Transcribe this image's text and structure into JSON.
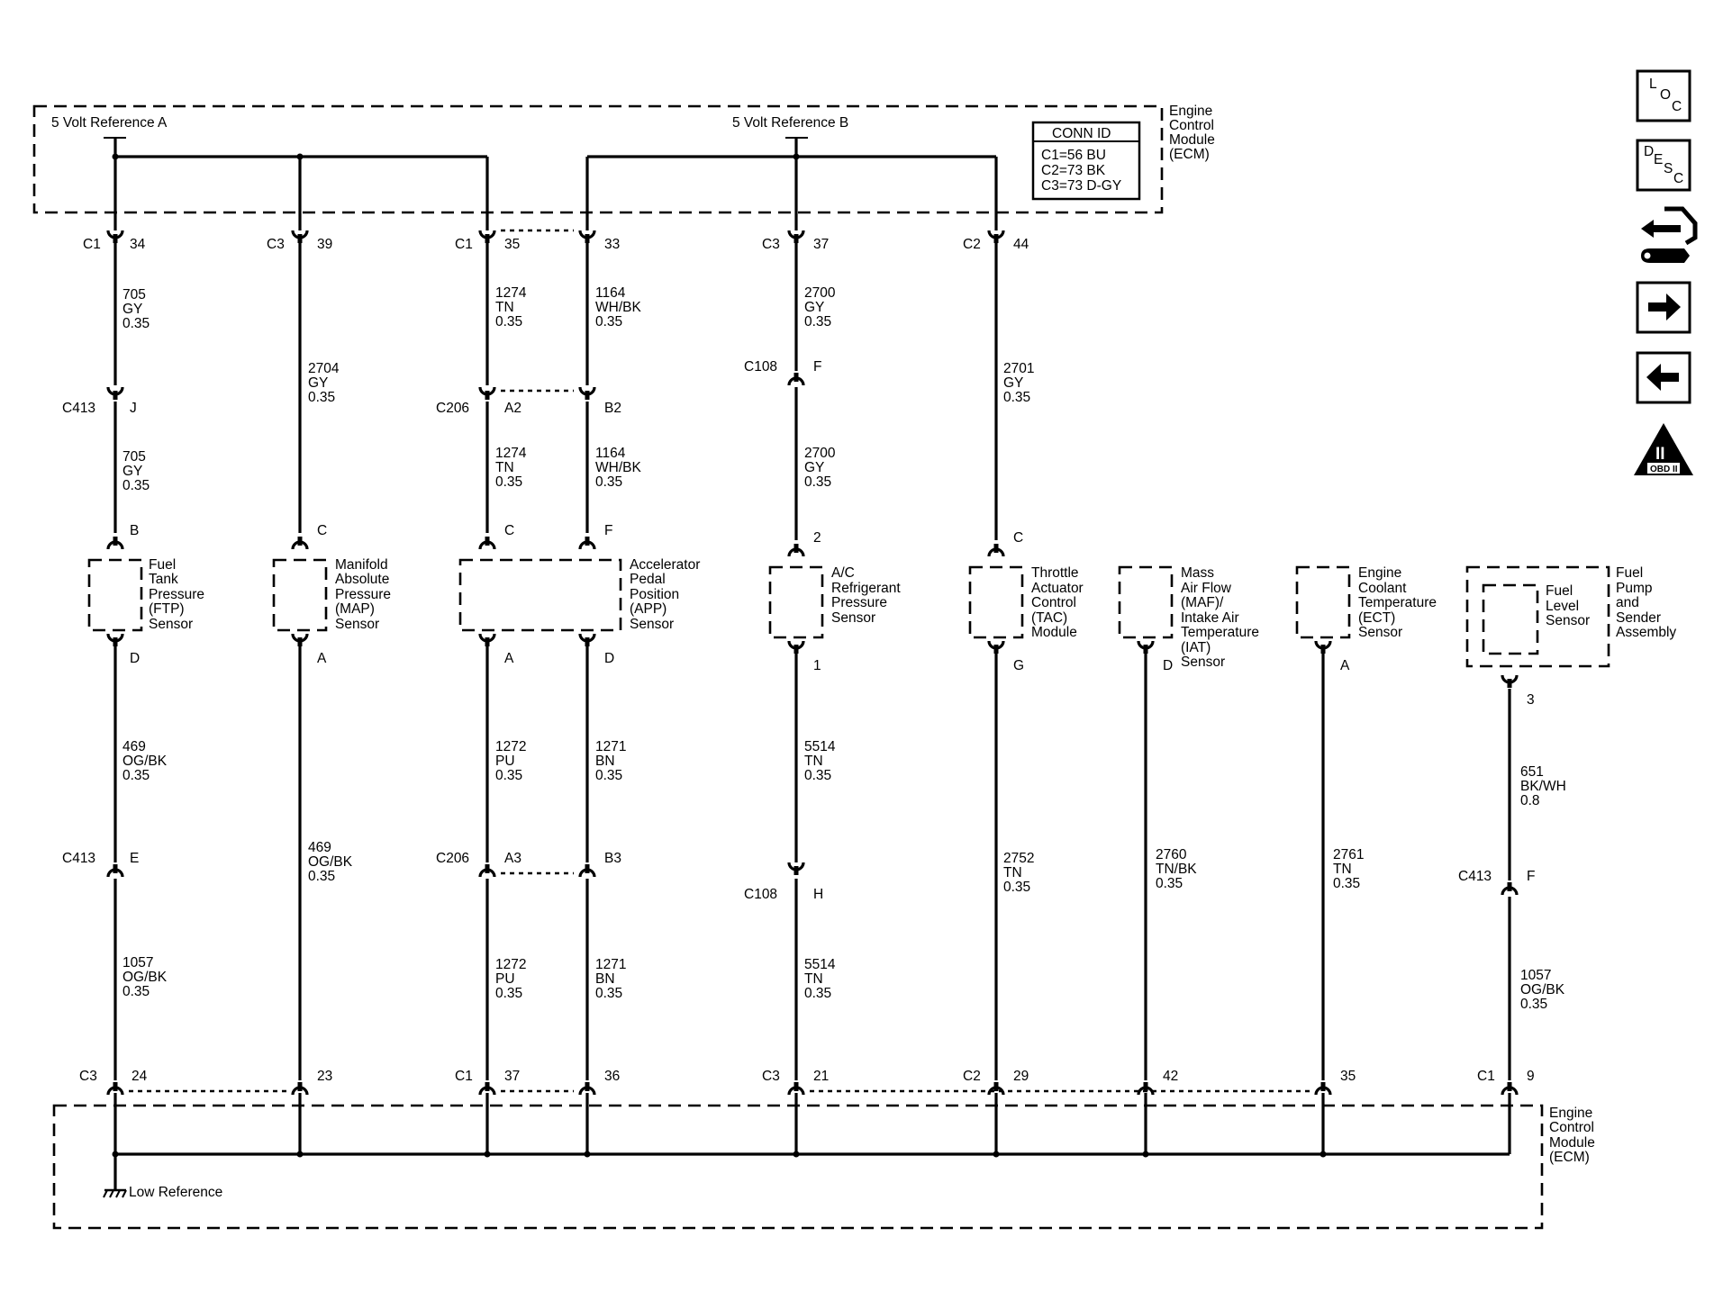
{
  "ecm_top": {
    "name": [
      "Engine",
      "Control",
      "Module",
      "(ECM)"
    ],
    "ref_a": "5 Volt Reference A",
    "ref_b": "5 Volt Reference B"
  },
  "conn_id": {
    "title": "CONN ID",
    "lines": [
      "C1=56 BU",
      "C2=73 BK",
      "C3=73 D-GY"
    ]
  },
  "ecm_bottom": {
    "name": [
      "Engine",
      "Control",
      "Module",
      "(ECM)"
    ],
    "low_ref": "Low Reference"
  },
  "top_pins": [
    {
      "conn": "C1",
      "pin": "34"
    },
    {
      "conn": "C3",
      "pin": "39"
    },
    {
      "conn": "C1",
      "pin": "35"
    },
    {
      "conn": "",
      "pin": "33"
    },
    {
      "conn": "C3",
      "pin": "37"
    },
    {
      "conn": "C2",
      "pin": "44"
    }
  ],
  "top_wires": [
    {
      "circuit": "705",
      "color": "GY",
      "gauge": "0.35"
    },
    {
      "circuit": "2704",
      "color": "GY",
      "gauge": "0.35"
    },
    {
      "circuit": "1274",
      "color": "TN",
      "gauge": "0.35"
    },
    {
      "circuit": "1164",
      "color": "WH/BK",
      "gauge": "0.35"
    },
    {
      "circuit": "2700",
      "color": "GY",
      "gauge": "0.35"
    },
    {
      "circuit": "2701",
      "color": "GY",
      "gauge": "0.35"
    }
  ],
  "mid_connectors": [
    {
      "conn": "C413",
      "pin": "J"
    },
    {
      "conn": "C206",
      "pin": "A2"
    },
    {
      "conn": "",
      "pin": "B2"
    },
    {
      "conn": "C108",
      "pin": "F"
    }
  ],
  "mid_wires": [
    {
      "circuit": "705",
      "color": "GY",
      "gauge": "0.35"
    },
    {
      "circuit": "1274",
      "color": "TN",
      "gauge": "0.35"
    },
    {
      "circuit": "1164",
      "color": "WH/BK",
      "gauge": "0.35"
    },
    {
      "circuit": "2700",
      "color": "GY",
      "gauge": "0.35"
    }
  ],
  "sensor_top_pins": [
    "B",
    "C",
    "C",
    "F",
    "2",
    "C"
  ],
  "sensors": [
    {
      "name": [
        "Fuel",
        "Tank",
        "Pressure",
        "(FTP)",
        "Sensor"
      ]
    },
    {
      "name": [
        "Manifold",
        "Absolute",
        "Pressure",
        "(MAP)",
        "Sensor"
      ]
    },
    {
      "name": [
        "Accelerator",
        "Pedal",
        "Position",
        "(APP)",
        "Sensor"
      ]
    },
    {
      "name": [
        "A/C",
        "Refrigerant",
        "Pressure",
        "Sensor"
      ]
    },
    {
      "name": [
        "Throttle",
        "Actuator",
        "Control",
        "(TAC)",
        "Module"
      ]
    },
    {
      "name": [
        "Mass",
        "Air Flow",
        "(MAF)/",
        "Intake Air",
        "Temperature",
        "(IAT)",
        "Sensor"
      ]
    },
    {
      "name": [
        "Engine",
        "Coolant",
        "Temperature",
        "(ECT)",
        "Sensor"
      ]
    },
    {
      "name": [
        "Fuel",
        "Level",
        "Sensor"
      ]
    },
    {
      "name": [
        "Fuel",
        "Pump",
        "and",
        "Sender",
        "Assembly"
      ]
    }
  ],
  "sensor_bottom_pins": [
    "D",
    "A",
    "A",
    "D",
    "1",
    "G",
    "D",
    "A",
    "3"
  ],
  "lower_wires": [
    {
      "circuit": "469",
      "color": "OG/BK",
      "gauge": "0.35"
    },
    {
      "circuit": "469",
      "color": "OG/BK",
      "gauge": "0.35"
    },
    {
      "circuit": "1272",
      "color": "PU",
      "gauge": "0.35"
    },
    {
      "circuit": "1271",
      "color": "BN",
      "gauge": "0.35"
    },
    {
      "circuit": "5514",
      "color": "TN",
      "gauge": "0.35"
    },
    {
      "circuit": "2752",
      "color": "TN",
      "gauge": "0.35"
    },
    {
      "circuit": "2760",
      "color": "TN/BK",
      "gauge": "0.35"
    },
    {
      "circuit": "2761",
      "color": "TN",
      "gauge": "0.35"
    },
    {
      "circuit": "651",
      "color": "BK/WH",
      "gauge": "0.8"
    }
  ],
  "lower_connectors": [
    {
      "conn": "C413",
      "pin": "E"
    },
    {
      "conn": "C206",
      "pin": "A3"
    },
    {
      "conn": "",
      "pin": "B3"
    },
    {
      "conn": "C108",
      "pin": "H"
    },
    {
      "conn": "C413",
      "pin": "F"
    }
  ],
  "bottom_wires": [
    {
      "circuit": "1057",
      "color": "OG/BK",
      "gauge": "0.35"
    },
    {
      "circuit": "1272",
      "color": "PU",
      "gauge": "0.35"
    },
    {
      "circuit": "1271",
      "color": "BN",
      "gauge": "0.35"
    },
    {
      "circuit": "5514",
      "color": "TN",
      "gauge": "0.35"
    },
    {
      "circuit": "1057",
      "color": "OG/BK",
      "gauge": "0.35"
    }
  ],
  "bottom_pins": [
    {
      "conn": "C3",
      "pin": "24"
    },
    {
      "conn": "",
      "pin": "23"
    },
    {
      "conn": "C1",
      "pin": "37"
    },
    {
      "conn": "",
      "pin": "36"
    },
    {
      "conn": "C3",
      "pin": "21"
    },
    {
      "conn": "C2",
      "pin": "29"
    },
    {
      "conn": "",
      "pin": "42"
    },
    {
      "conn": "",
      "pin": "35"
    },
    {
      "conn": "C1",
      "pin": "9"
    }
  ],
  "nav_icons": [
    {
      "name": "loc-icon",
      "letters": [
        "L",
        "O",
        "C"
      ]
    },
    {
      "name": "desc-icon",
      "letters": [
        "D",
        "E",
        "S",
        "C"
      ]
    },
    {
      "name": "wrench-icon"
    },
    {
      "name": "arrow-right-icon"
    },
    {
      "name": "arrow-left-icon"
    },
    {
      "name": "obd-ii-icon",
      "numeral": "II",
      "label": "OBD II"
    }
  ]
}
